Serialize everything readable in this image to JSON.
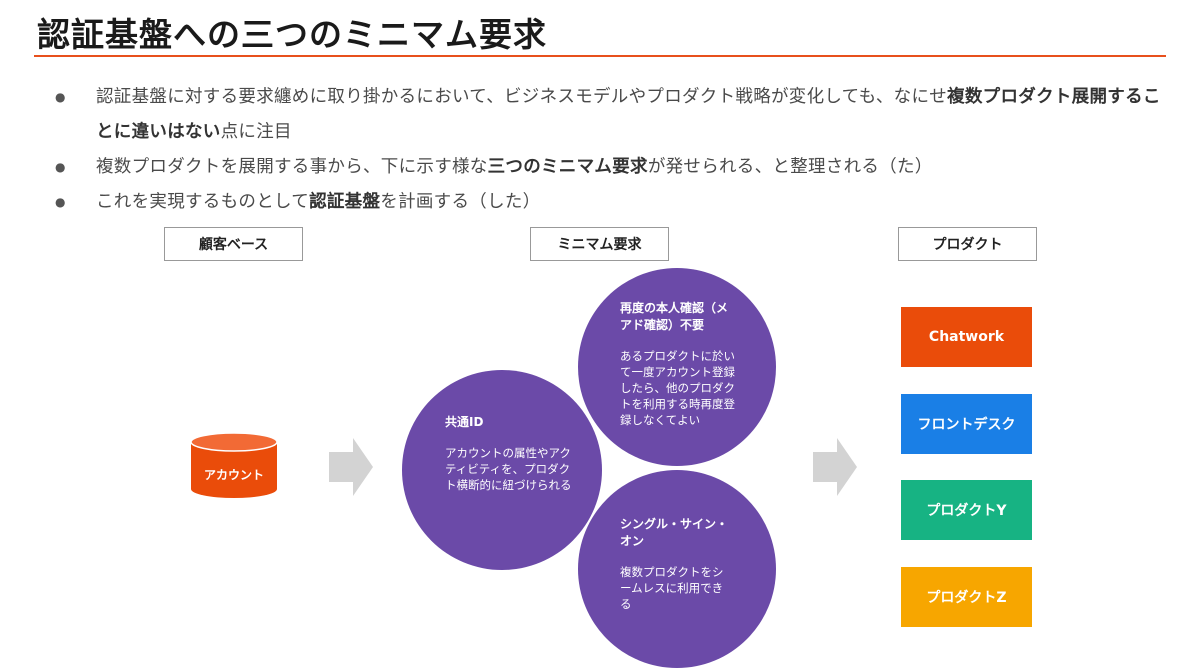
{
  "title": "認証基盤への三つのミニマム要求",
  "bullets": [
    {
      "parts": [
        {
          "text": "認証基盤に対する要求纏めに取り掛かるにおいて、ビジネスモデルやプロダクト戦略が変化しても、なにせ",
          "bold": false
        },
        {
          "text": "複数プロダクト展開することに違いはない",
          "bold": true
        },
        {
          "text": "点に注目",
          "bold": false
        }
      ]
    },
    {
      "parts": [
        {
          "text": "複数プロダクトを展開する事から、下に示す様な",
          "bold": false
        },
        {
          "text": "三つのミニマム要求",
          "bold": true
        },
        {
          "text": "が発せられる、と整理される（た）",
          "bold": false
        }
      ]
    },
    {
      "parts": [
        {
          "text": "これを実現するものとして",
          "bold": false
        },
        {
          "text": "認証基盤",
          "bold": true
        },
        {
          "text": "を計画する（した）",
          "bold": false
        }
      ]
    }
  ],
  "headers": {
    "customer": "顧客ベース",
    "minimum": "ミニマム要求",
    "product": "プロダクト"
  },
  "database": {
    "label": "アカウント",
    "color": "#ea4c0a"
  },
  "requirements": [
    {
      "title": "共通ID",
      "body": "アカウントの属性やアクティビティを、プロダクト横断的に紐づけられる"
    },
    {
      "title": "再度の本人確認（メアド確認）不要",
      "body": "あるプロダクトに於いて一度アカウント登録したら、他のプロダクトを利用する時再度登録しなくてよい"
    },
    {
      "title": "シングル・サイン・オン",
      "body": "複数プロダクトをシームレスに利用できる"
    }
  ],
  "products": [
    {
      "label": "Chatwork",
      "color": "#ea4c0a"
    },
    {
      "label": "フロントデスク",
      "color": "#1a7fe6"
    },
    {
      "label": "プロダクトY",
      "color": "#17b383"
    },
    {
      "label": "プロダクトZ",
      "color": "#f7a600"
    }
  ],
  "colors": {
    "accent": "#e8501c",
    "circle": "#6b4aa8",
    "arrow": "#d3d3d3"
  }
}
